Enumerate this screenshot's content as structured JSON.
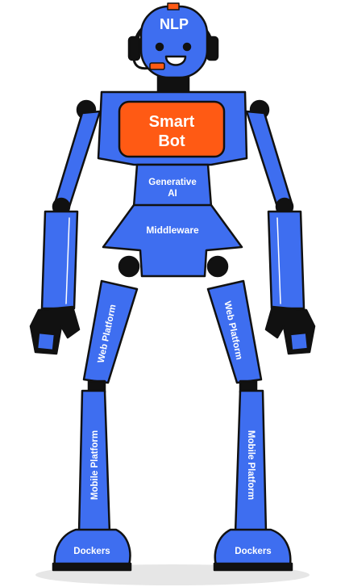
{
  "diagram": {
    "head_label": "NLP",
    "chest_label_line1": "Smart",
    "chest_label_line2": "Bot",
    "waist_label_line1": "Generative",
    "waist_label_line2": "AI",
    "skirt_label": "Middleware",
    "left_thigh_label": "Web Platform",
    "right_thigh_label": "Web Platform",
    "left_leg_label": "Mobile Platform",
    "right_leg_label": "Mobile Platform",
    "left_foot_label": "Dockers",
    "right_foot_label": "Dockers"
  },
  "colors": {
    "body_blue": "#3e6ef0",
    "outline": "#111111",
    "chest_orange": "#ff5a14",
    "shadow": "#e6e6e6"
  }
}
